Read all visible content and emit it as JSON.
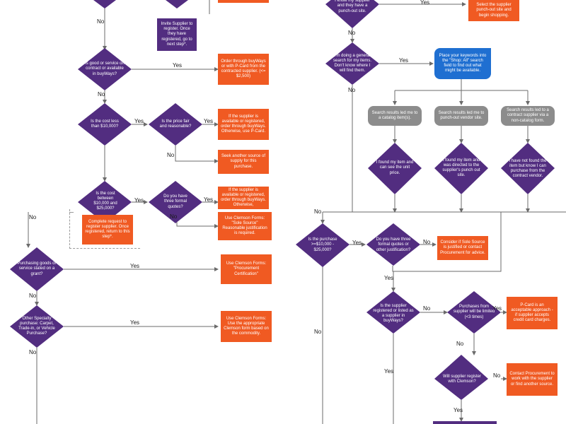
{
  "labels": {
    "yes": "Yes",
    "no": "No"
  },
  "colors": {
    "purple": "#522d80",
    "orange": "#f05a22",
    "gray": "#8c8c8c",
    "blue": "#1f6fd1",
    "line": "#6b6b6b"
  },
  "left_column": {
    "invite_supplier": "Invite Supplier to register. Once they have registered, go to next step*.",
    "contract_question": "Is good or service on contract or available in buyWays?",
    "contract_result": "Order through buyWays or with P-Card from the contracted supplier. (<= $2,500)",
    "cost_10k_question": "Is the cost less than $10,000?",
    "price_fair_question": "Is the price fair and reasonable?",
    "supplier_available_result": "If the supplier is available or registered, order through buyWays. Otherwise, use P-Card.",
    "seek_supply_result": "Seek another source of supply for this purchase.",
    "cost_between_question": "Is the cost between $10,000 and $25,000?",
    "three_quotes_question": "Do you have three formal quotes?",
    "supplier_available_result_2": "If the supplier is available or registered, order through buyWays. Otherwise,",
    "complete_request": "Complete request to register supplier. Once registered, return to this step*.",
    "sole_source_result": "Use Clemson Forms: \"Sole Source\" Reasonable justification is required.",
    "grant_question": "Purchasing goods or service stated on a grant?",
    "grant_result": "Use Clemson Forms: \"Procurement Certification\"",
    "specialty_question": "Other Specialty purchase: Carpet, Trade-in, or Vehicle Purchase?",
    "specialty_result": "Use Clemson Forms: Use the appropriate Clemson form based on the commodity."
  },
  "right_column": {
    "punchout_question": "I know my supplier and they have a punch-out site.",
    "punchout_result": "Select the supplier punch-out site and begin shopping.",
    "general_search": "I'm doing a general search for my items. Don't know where I will find them.",
    "keywords_box": "Place your keywords into the \"Shop: All\" search field to find out what might be available.",
    "result_catalog": "Search results led me to a catalog item(s).",
    "result_punchout": "Search results led me to punch-out vendor site.",
    "result_noncatalog": "Search results led to a contract supplier via a non-catalog form.",
    "found_catalog": "I found my item and can see the unit price.",
    "found_punchout": "I found my item and was directed to the supplier's punch out site.",
    "not_found": "I have not found the item but know I can purchase from the contract vendor.",
    "purchase_question": "Is the purchase >=$10,000 - $25,000?",
    "three_quotes_other": "Do you have three formal quotes or other justification?",
    "consider_sole": "Consider if Sole Source is justified or contact Procurement for advice.",
    "registered_question": "Is the supplier registered or listed as a supplier in buyWays?",
    "limited_question": "Purchases from supplier will be limited (<3 times)",
    "pcard_result": "P-Card is an acceptable approach - if supplier accepts credit card charges.",
    "will_register_question": "Will supplier register with Clemson?",
    "contact_procurement": "Contact Procurement to work with the supplier or find another source."
  }
}
